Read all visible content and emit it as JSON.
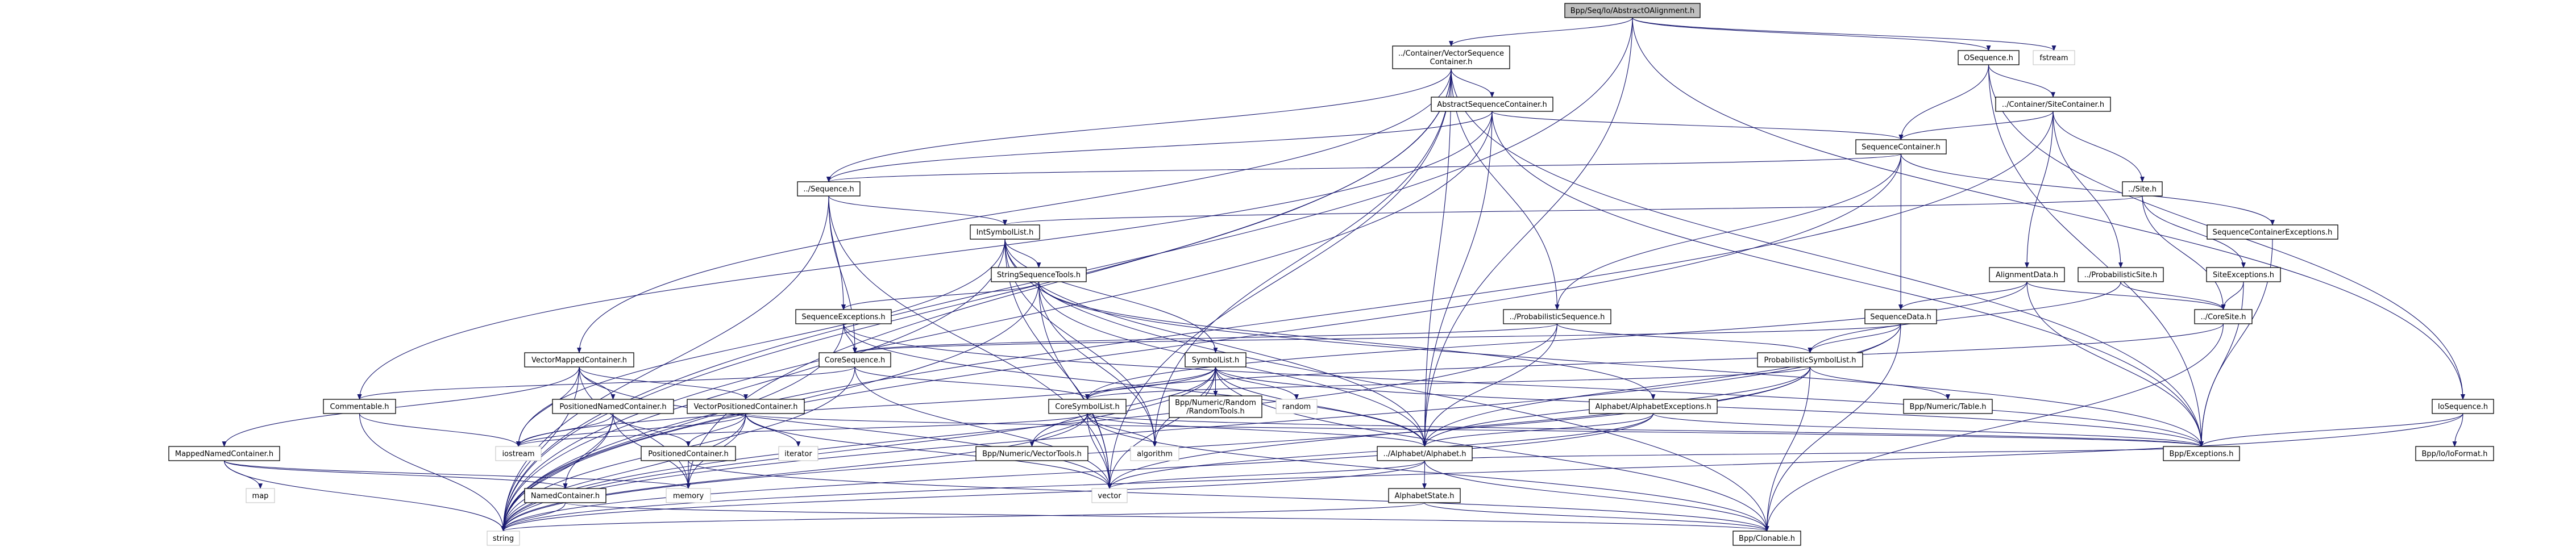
{
  "diagram": {
    "colors": {
      "edge": "#191970",
      "root_fill": "#bfbfbf",
      "node_border": "#000000",
      "system_header_border": "#bfbfbf"
    },
    "nodes": [
      {
        "id": "root",
        "lines": [
          "Bpp/Seq/Io/AbstractOAlignment.h"
        ],
        "kind": "root"
      },
      {
        "id": "vsc",
        "lines": [
          "../Container/VectorSequence",
          "Container.h"
        ],
        "kind": "file"
      },
      {
        "id": "osequence",
        "lines": [
          "OSequence.h"
        ],
        "kind": "file"
      },
      {
        "id": "fstream",
        "lines": [
          "fstream"
        ],
        "kind": "system"
      },
      {
        "id": "asc",
        "lines": [
          "AbstractSequenceContainer.h"
        ],
        "kind": "file"
      },
      {
        "id": "sitecontainer",
        "lines": [
          "../Container/SiteContainer.h"
        ],
        "kind": "file"
      },
      {
        "id": "seqcontainer",
        "lines": [
          "SequenceContainer.h"
        ],
        "kind": "file"
      },
      {
        "id": "sequence",
        "lines": [
          "../Sequence.h"
        ],
        "kind": "file"
      },
      {
        "id": "site",
        "lines": [
          "../Site.h"
        ],
        "kind": "file"
      },
      {
        "id": "intsymbollist",
        "lines": [
          "IntSymbolList.h"
        ],
        "kind": "file"
      },
      {
        "id": "scex",
        "lines": [
          "SequenceContainerExceptions.h"
        ],
        "kind": "file"
      },
      {
        "id": "sst",
        "lines": [
          "StringSequenceTools.h"
        ],
        "kind": "file"
      },
      {
        "id": "alignmentdata",
        "lines": [
          "AlignmentData.h"
        ],
        "kind": "file"
      },
      {
        "id": "probsite",
        "lines": [
          "../ProbabilisticSite.h"
        ],
        "kind": "file"
      },
      {
        "id": "siteex",
        "lines": [
          "SiteExceptions.h"
        ],
        "kind": "file"
      },
      {
        "id": "seqex",
        "lines": [
          "SequenceExceptions.h"
        ],
        "kind": "file"
      },
      {
        "id": "probseq",
        "lines": [
          "../ProbabilisticSequence.h"
        ],
        "kind": "file"
      },
      {
        "id": "seqdata",
        "lines": [
          "SequenceData.h"
        ],
        "kind": "file"
      },
      {
        "id": "coresite",
        "lines": [
          "../CoreSite.h"
        ],
        "kind": "file"
      },
      {
        "id": "vmc",
        "lines": [
          "VectorMappedContainer.h"
        ],
        "kind": "file"
      },
      {
        "id": "coresequence",
        "lines": [
          "CoreSequence.h"
        ],
        "kind": "file"
      },
      {
        "id": "symbollist",
        "lines": [
          "SymbolList.h"
        ],
        "kind": "file"
      },
      {
        "id": "probsymlist",
        "lines": [
          "ProbabilisticSymbolList.h"
        ],
        "kind": "file"
      },
      {
        "id": "commentable",
        "lines": [
          "Commentable.h"
        ],
        "kind": "file"
      },
      {
        "id": "pnc",
        "lines": [
          "PositionedNamedContainer.h"
        ],
        "kind": "file"
      },
      {
        "id": "vpc",
        "lines": [
          "VectorPositionedContainer.h"
        ],
        "kind": "file"
      },
      {
        "id": "coresymbollist",
        "lines": [
          "CoreSymbolList.h"
        ],
        "kind": "file"
      },
      {
        "id": "randomtools",
        "lines": [
          "Bpp/Numeric/Random",
          "/RandomTools.h"
        ],
        "kind": "file"
      },
      {
        "id": "random",
        "lines": [
          "random"
        ],
        "kind": "system"
      },
      {
        "id": "alphabetex",
        "lines": [
          "Alphabet/AlphabetExceptions.h"
        ],
        "kind": "file"
      },
      {
        "id": "table",
        "lines": [
          "Bpp/Numeric/Table.h"
        ],
        "kind": "file"
      },
      {
        "id": "iosequence",
        "lines": [
          "IoSequence.h"
        ],
        "kind": "file"
      },
      {
        "id": "mnc",
        "lines": [
          "MappedNamedContainer.h"
        ],
        "kind": "file"
      },
      {
        "id": "iostream",
        "lines": [
          "iostream"
        ],
        "kind": "system"
      },
      {
        "id": "poscontainer",
        "lines": [
          "PositionedContainer.h"
        ],
        "kind": "file"
      },
      {
        "id": "iterator",
        "lines": [
          "iterator"
        ],
        "kind": "system"
      },
      {
        "id": "vectortools",
        "lines": [
          "Bpp/Numeric/VectorTools.h"
        ],
        "kind": "file"
      },
      {
        "id": "algorithm",
        "lines": [
          "algorithm"
        ],
        "kind": "system"
      },
      {
        "id": "alphabet",
        "lines": [
          "../Alphabet/Alphabet.h"
        ],
        "kind": "file"
      },
      {
        "id": "exceptions",
        "lines": [
          "Bpp/Exceptions.h"
        ],
        "kind": "file"
      },
      {
        "id": "ioformat",
        "lines": [
          "Bpp/Io/IoFormat.h"
        ],
        "kind": "file"
      },
      {
        "id": "map",
        "lines": [
          "map"
        ],
        "kind": "system"
      },
      {
        "id": "namedcontainer",
        "lines": [
          "NamedContainer.h"
        ],
        "kind": "file"
      },
      {
        "id": "memory",
        "lines": [
          "memory"
        ],
        "kind": "system"
      },
      {
        "id": "vector",
        "lines": [
          "vector"
        ],
        "kind": "system"
      },
      {
        "id": "alphabetstate",
        "lines": [
          "AlphabetState.h"
        ],
        "kind": "file"
      },
      {
        "id": "string",
        "lines": [
          "string"
        ],
        "kind": "system"
      },
      {
        "id": "clonable",
        "lines": [
          "Bpp/Clonable.h"
        ],
        "kind": "file"
      }
    ],
    "edges": [
      [
        "root",
        "vsc"
      ],
      [
        "root",
        "osequence"
      ],
      [
        "root",
        "fstream"
      ],
      [
        "root",
        "alphabet"
      ],
      [
        "root",
        "string"
      ],
      [
        "root",
        "iosequence"
      ],
      [
        "osequence",
        "sitecontainer"
      ],
      [
        "osequence",
        "seqcontainer"
      ],
      [
        "osequence",
        "iosequence"
      ],
      [
        "osequence",
        "exceptions"
      ],
      [
        "vsc",
        "asc"
      ],
      [
        "vsc",
        "sequence"
      ],
      [
        "vsc",
        "vmc"
      ],
      [
        "vsc",
        "probseq"
      ],
      [
        "vsc",
        "alphabet"
      ],
      [
        "vsc",
        "memory"
      ],
      [
        "vsc",
        "vector"
      ],
      [
        "vsc",
        "exceptions"
      ],
      [
        "vsc",
        "string"
      ],
      [
        "vsc",
        "algorithm"
      ],
      [
        "asc",
        "seqcontainer"
      ],
      [
        "asc",
        "sequence"
      ],
      [
        "asc",
        "alphabet"
      ],
      [
        "asc",
        "commentable"
      ],
      [
        "asc",
        "exceptions"
      ],
      [
        "asc",
        "string"
      ],
      [
        "sitecontainer",
        "seqcontainer"
      ],
      [
        "sitecontainer",
        "site"
      ],
      [
        "sitecontainer",
        "alignmentdata"
      ],
      [
        "sitecontainer",
        "probsite"
      ],
      [
        "sitecontainer",
        "string"
      ],
      [
        "seqcontainer",
        "sequence"
      ],
      [
        "seqcontainer",
        "seqdata"
      ],
      [
        "seqcontainer",
        "probseq"
      ],
      [
        "seqcontainer",
        "scex"
      ],
      [
        "seqcontainer",
        "string"
      ],
      [
        "sequence",
        "intsymbollist"
      ],
      [
        "sequence",
        "seqex"
      ],
      [
        "sequence",
        "coresequence"
      ],
      [
        "sequence",
        "string"
      ],
      [
        "sequence",
        "vector"
      ],
      [
        "site",
        "intsymbollist"
      ],
      [
        "site",
        "coresite"
      ],
      [
        "site",
        "siteex"
      ],
      [
        "scex",
        "exceptions"
      ],
      [
        "siteex",
        "coresite"
      ],
      [
        "siteex",
        "exceptions"
      ],
      [
        "alignmentdata",
        "seqdata"
      ],
      [
        "alignmentdata",
        "coresite"
      ],
      [
        "alignmentdata",
        "exceptions"
      ],
      [
        "alignmentdata",
        "coresymbollist"
      ],
      [
        "probsite",
        "coresite"
      ],
      [
        "probsite",
        "probsymlist"
      ],
      [
        "intsymbollist",
        "sst"
      ],
      [
        "intsymbollist",
        "symbollist"
      ],
      [
        "intsymbollist",
        "alphabet"
      ],
      [
        "intsymbollist",
        "vector"
      ],
      [
        "intsymbollist",
        "string"
      ],
      [
        "intsymbollist",
        "iostream"
      ],
      [
        "intsymbollist",
        "clonable"
      ],
      [
        "intsymbollist",
        "algorithm"
      ],
      [
        "sst",
        "seqex"
      ],
      [
        "sst",
        "alphabet"
      ],
      [
        "sst",
        "alphabetex"
      ],
      [
        "sst",
        "exceptions"
      ],
      [
        "sst",
        "algorithm"
      ],
      [
        "sst",
        "vector"
      ],
      [
        "sst",
        "string"
      ],
      [
        "seqex",
        "coresequence"
      ],
      [
        "seqex",
        "alphabet"
      ],
      [
        "seqex",
        "exceptions"
      ],
      [
        "seqex",
        "string"
      ],
      [
        "probseq",
        "probsymlist"
      ],
      [
        "probseq",
        "coresequence"
      ],
      [
        "probseq",
        "alphabet"
      ],
      [
        "probseq",
        "string"
      ],
      [
        "seqdata",
        "coresequence"
      ],
      [
        "seqdata",
        "probsymlist"
      ],
      [
        "seqdata",
        "alphabet"
      ],
      [
        "seqdata",
        "string"
      ],
      [
        "seqdata",
        "clonable"
      ],
      [
        "coresite",
        "coresymbollist"
      ],
      [
        "coresite",
        "clonable"
      ],
      [
        "coresequence",
        "coresymbollist"
      ],
      [
        "coresequence",
        "commentable"
      ],
      [
        "coresequence",
        "vector"
      ],
      [
        "coresequence",
        "string"
      ],
      [
        "symbollist",
        "coresymbollist"
      ],
      [
        "symbollist",
        "randomtools"
      ],
      [
        "symbollist",
        "random"
      ],
      [
        "symbollist",
        "alphabet"
      ],
      [
        "symbollist",
        "exceptions"
      ],
      [
        "symbollist",
        "vectortools"
      ],
      [
        "symbollist",
        "algorithm"
      ],
      [
        "symbollist",
        "vector"
      ],
      [
        "symbollist",
        "string"
      ],
      [
        "symbollist",
        "iostream"
      ],
      [
        "symbollist",
        "clonable"
      ],
      [
        "probsymlist",
        "coresymbollist"
      ],
      [
        "probsymlist",
        "table"
      ],
      [
        "probsymlist",
        "alphabet"
      ],
      [
        "probsymlist",
        "clonable"
      ],
      [
        "probsymlist",
        "vector"
      ],
      [
        "probsymlist",
        "string"
      ],
      [
        "vmc",
        "pnc"
      ],
      [
        "vmc",
        "vpc"
      ],
      [
        "vmc",
        "mnc"
      ],
      [
        "vmc",
        "iostream"
      ],
      [
        "vmc",
        "string"
      ],
      [
        "vmc",
        "memory"
      ],
      [
        "vmc",
        "vector"
      ],
      [
        "commentable",
        "iostream"
      ],
      [
        "commentable",
        "string"
      ],
      [
        "pnc",
        "poscontainer"
      ],
      [
        "pnc",
        "namedcontainer"
      ],
      [
        "pnc",
        "iostream"
      ],
      [
        "pnc",
        "string"
      ],
      [
        "pnc",
        "memory"
      ],
      [
        "vpc",
        "poscontainer"
      ],
      [
        "vpc",
        "iostream"
      ],
      [
        "vpc",
        "iterator"
      ],
      [
        "vpc",
        "memory"
      ],
      [
        "vpc",
        "vector"
      ],
      [
        "vpc",
        "exceptions"
      ],
      [
        "vpc",
        "string"
      ],
      [
        "coresymbollist",
        "alphabet"
      ],
      [
        "coresymbollist",
        "iostream"
      ],
      [
        "coresymbollist",
        "algorithm"
      ],
      [
        "coresymbollist",
        "vector"
      ],
      [
        "coresymbollist",
        "string"
      ],
      [
        "coresymbollist",
        "clonable"
      ],
      [
        "coresymbollist",
        "exceptions"
      ],
      [
        "coresymbollist",
        "vectortools"
      ],
      [
        "alphabetex",
        "alphabet"
      ],
      [
        "alphabetex",
        "exceptions"
      ],
      [
        "alphabetex",
        "vector"
      ],
      [
        "alphabetex",
        "string"
      ],
      [
        "iosequence",
        "exceptions"
      ],
      [
        "iosequence",
        "ioformat"
      ],
      [
        "iosequence",
        "string"
      ],
      [
        "mnc",
        "map"
      ],
      [
        "mnc",
        "namedcontainer"
      ],
      [
        "mnc",
        "memory"
      ],
      [
        "mnc",
        "string"
      ],
      [
        "poscontainer",
        "memory"
      ],
      [
        "poscontainer",
        "clonable"
      ],
      [
        "namedcontainer",
        "string"
      ],
      [
        "namedcontainer",
        "clonable"
      ],
      [
        "alphabet",
        "alphabetstate"
      ],
      [
        "alphabet",
        "clonable"
      ],
      [
        "alphabet",
        "exceptions"
      ],
      [
        "alphabet",
        "vector"
      ],
      [
        "alphabet",
        "string"
      ],
      [
        "alphabetstate",
        "clonable"
      ],
      [
        "alphabetstate",
        "string"
      ]
    ]
  }
}
